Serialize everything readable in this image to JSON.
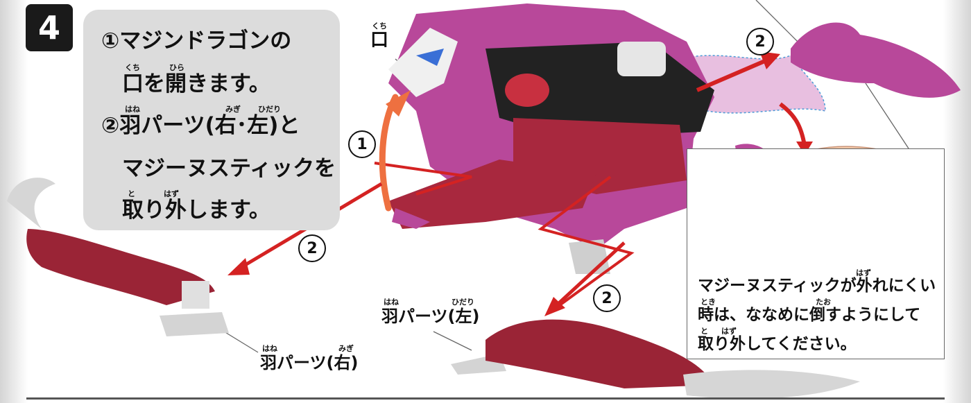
{
  "step_number": "4",
  "instructions": {
    "line1": "①マジンドラゴンの",
    "line2": "口を開きます。",
    "line3": "②羽パーツ(右･左)と",
    "line4": "マジーヌスティックを",
    "line5": "取り外します。",
    "ruby_kuchi": "くち",
    "ruby_hira": "ひら",
    "ruby_hane": "はね",
    "ruby_migi": "みぎ",
    "ruby_hidari": "ひだり",
    "ruby_to": "と",
    "ruby_hazu": "はず"
  },
  "labels": {
    "mouth": "口",
    "mouth_ruby": "くち",
    "wing_left": "羽パーツ(左)",
    "wing_left_ruby_hane": "はね",
    "wing_left_ruby_hidari": "ひだり",
    "wing_right": "羽パーツ(右)",
    "wing_right_ruby_hane": "はね",
    "wing_right_ruby_migi": "みぎ"
  },
  "markers": {
    "one": "1",
    "two": "2"
  },
  "note": {
    "line1": "マジーヌスティックが外れにくい",
    "line2": "時は、ななめに倒すようにして",
    "line3": "取り外してください。",
    "ruby_hazu": "はず",
    "ruby_toki": "とき",
    "ruby_tao": "たお",
    "ruby_to": "と",
    "ruby_hazu2": "はず"
  },
  "colors": {
    "arrow_red": "#d42222",
    "arrow_orange": "#ee7040",
    "dragon_pink": "#b8489a",
    "wing_red": "#9a2436",
    "gray_part": "#c8c8c8"
  }
}
